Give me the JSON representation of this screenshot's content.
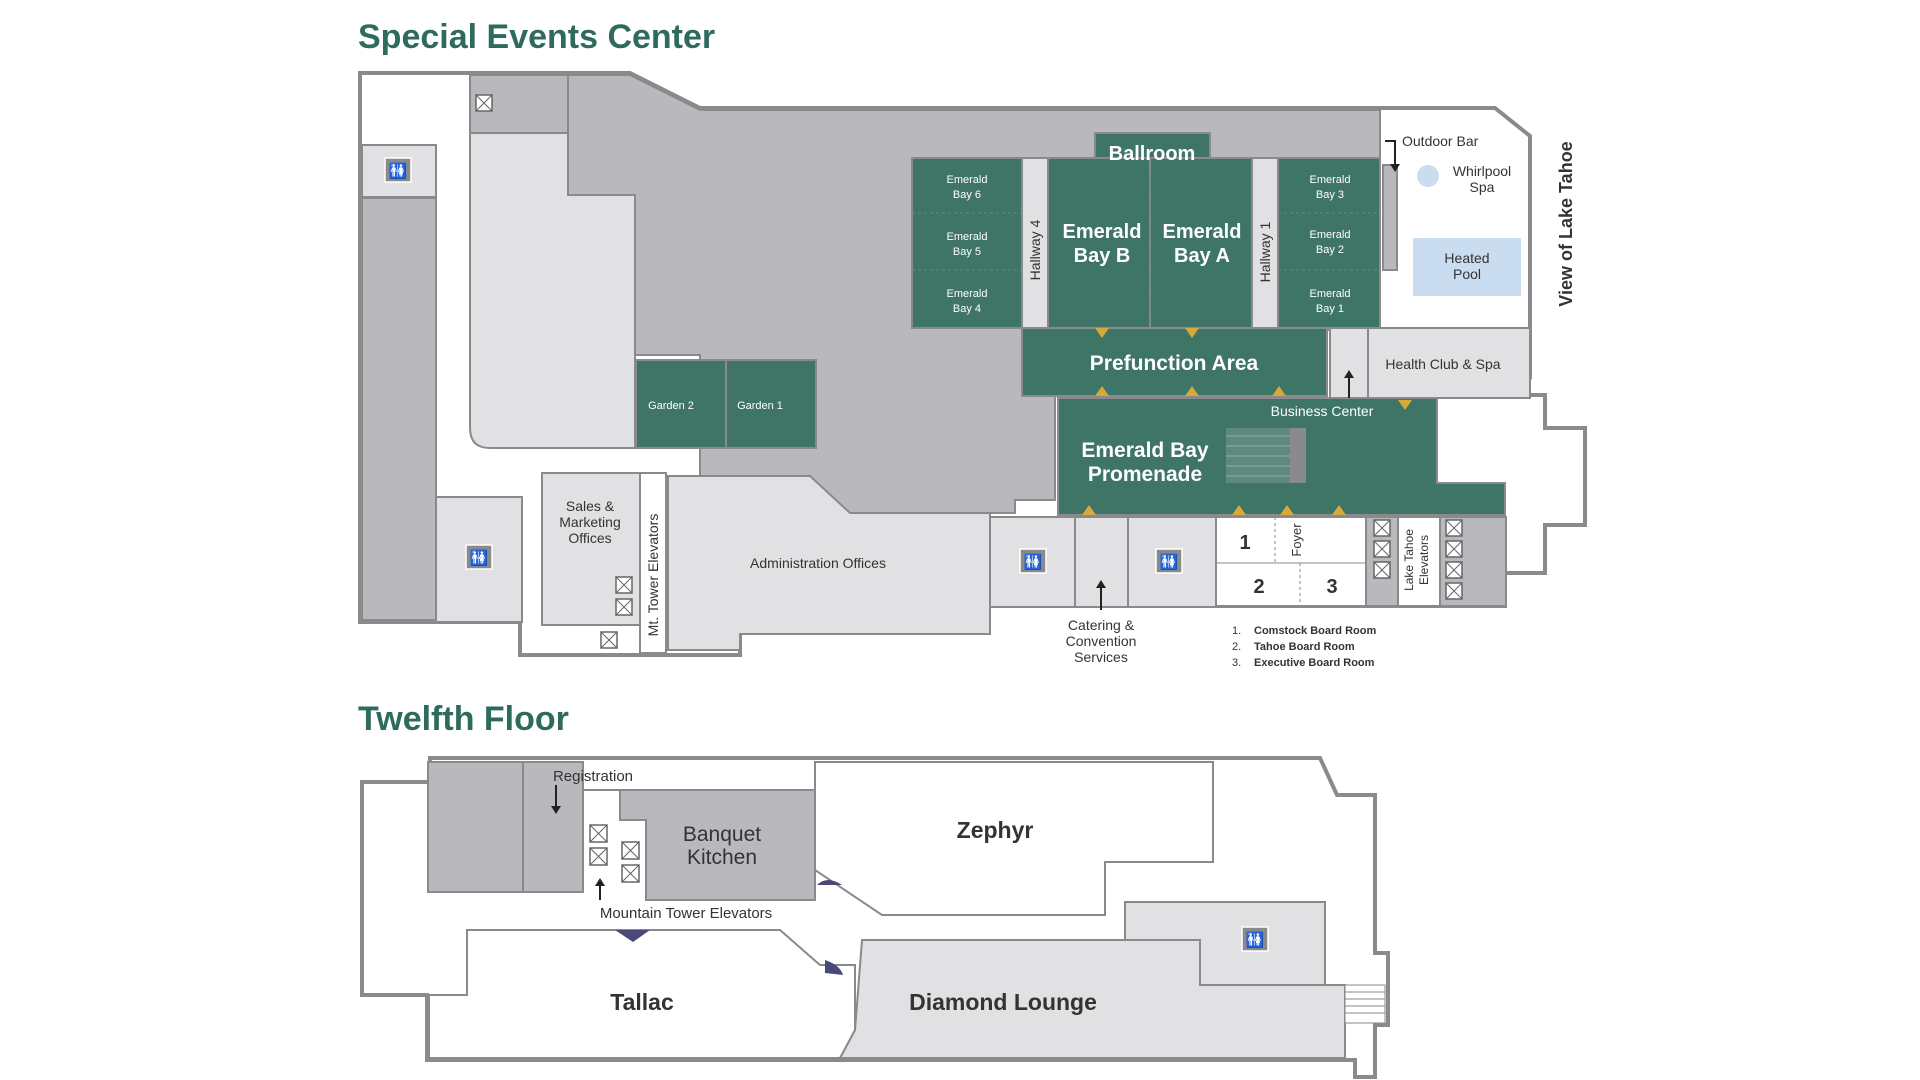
{
  "sections": {
    "special_events": {
      "title": "Special Events Center"
    },
    "twelfth_floor": {
      "title": "Twelfth Floor"
    }
  },
  "rooms": {
    "ballroom": "Ballroom",
    "emerald_bay_b_1": "Emerald",
    "emerald_bay_b_2": "Bay B",
    "emerald_bay_a_1": "Emerald",
    "emerald_bay_a_2": "Bay A",
    "bay6_1": "Emerald",
    "bay6_2": "Bay 6",
    "bay5_1": "Emerald",
    "bay5_2": "Bay 5",
    "bay4_1": "Emerald",
    "bay4_2": "Bay 4",
    "bay3_1": "Emerald",
    "bay3_2": "Bay 3",
    "bay2_1": "Emerald",
    "bay2_2": "Bay 2",
    "bay1_1": "Emerald",
    "bay1_2": "Bay 1",
    "hallway4": "Hallway 4",
    "hallway1": "Hallway 1",
    "prefunction": "Prefunction Area",
    "promenade_1": "Emerald Bay",
    "promenade_2": "Promenade",
    "business_center": "Business Center",
    "health_club": "Health Club & Spa",
    "outdoor_bar": "Outdoor Bar",
    "whirlpool_1": "Whirlpool",
    "whirlpool_2": "Spa",
    "pool_1": "Heated",
    "pool_2": "Pool",
    "view_lake": "View of Lake Tahoe",
    "garden2": "Garden 2",
    "garden1": "Garden 1",
    "sales_1": "Sales &",
    "sales_2": "Marketing",
    "sales_3": "Offices",
    "mt_tower_elev": "Mt. Tower Elevators",
    "admin": "Administration Offices",
    "catering_1": "Catering &",
    "catering_2": "Convention",
    "catering_3": "Services",
    "board1": "1",
    "board2": "2",
    "board3": "3",
    "foyer": "Foyer",
    "lake_tahoe_elev_1": "Lake Tahoe",
    "lake_tahoe_elev_2": "Elevators",
    "legend_1": "1.",
    "legend_1_text": "Comstock Board Room",
    "legend_2": "2.",
    "legend_2_text": "Tahoe Board Room",
    "legend_3": "3.",
    "legend_3_text": "Executive Board Room",
    "registration": "Registration",
    "banquet_1": "Banquet",
    "banquet_2": "Kitchen",
    "zephyr": "Zephyr",
    "mountain_tower_elev": "Mountain Tower Elevators",
    "tallac": "Tallac",
    "diamond_lounge": "Diamond Lounge"
  },
  "icons": {
    "restroom": "restroom-icon",
    "elevator": "elevator-icon",
    "arrow": "arrow-icon"
  },
  "colors": {
    "title": "#2f6b5c",
    "meeting_room": "#3e7566",
    "building": "#b9b9bd",
    "light_room": "#e1e1e3",
    "pool": "#c9dcf0",
    "door": "#d8a93a"
  }
}
